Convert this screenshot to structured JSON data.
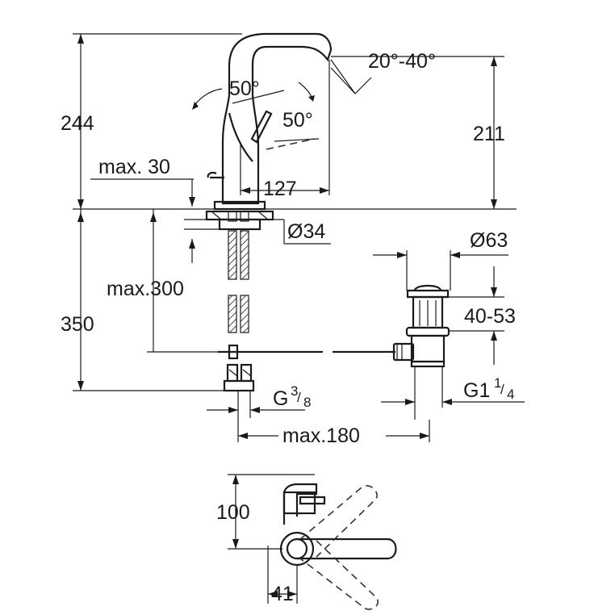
{
  "drawing": {
    "dimensions": {
      "height_total_top": "244",
      "height_spout": "211",
      "reach": "127",
      "max_deck": "max. 30",
      "hole_diameter": "Ø34",
      "max_hose": "max.300",
      "below_deck": "350",
      "waste_diameter": "Ø63",
      "waste_range": "40-53",
      "waste_thread_main": "G1",
      "waste_thread_num": "1",
      "waste_thread_den": "4",
      "inlet_thread_main": "G",
      "inlet_thread_num": "3",
      "inlet_thread_den": "8",
      "max_rod": "max.180",
      "plan_depth": "100",
      "plan_offset": "41"
    },
    "angles": {
      "handle_rotation": "50°",
      "handle_tilt": "50°",
      "spout_swivel": "20°-40°"
    }
  }
}
